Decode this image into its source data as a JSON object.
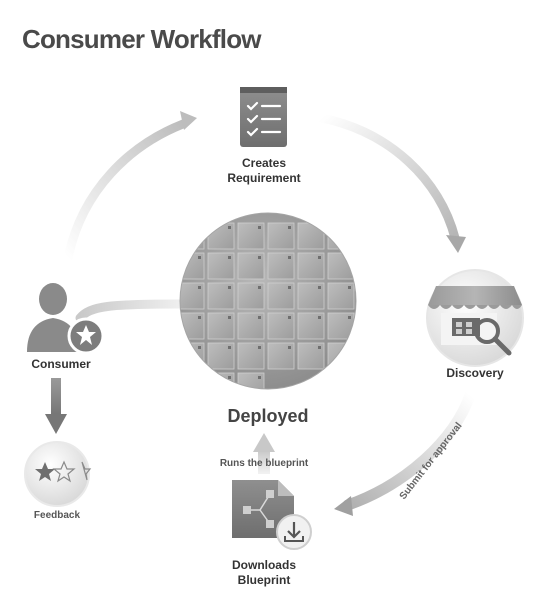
{
  "title": "Consumer Workflow",
  "nodes": {
    "creates_requirement": {
      "line1": "Creates",
      "line2": "Requirement"
    },
    "discovery": {
      "label": "Discovery"
    },
    "downloads_blueprint": {
      "line1": "Downloads",
      "line2": "Blueprint"
    },
    "deployed": {
      "label": "Deployed"
    },
    "consumer": {
      "label": "Consumer"
    },
    "feedback": {
      "label": "Feedback"
    }
  },
  "edges": {
    "submit_for_approval": "Submit for approval",
    "runs_the_blueprint": "Runs the blueprint"
  },
  "icons": [
    "checklist-icon",
    "storefront-icon",
    "blueprint-document-icon",
    "download-icon",
    "person-icon",
    "star-badge-icon",
    "star-rating-icon",
    "grid-globe-icon"
  ]
}
